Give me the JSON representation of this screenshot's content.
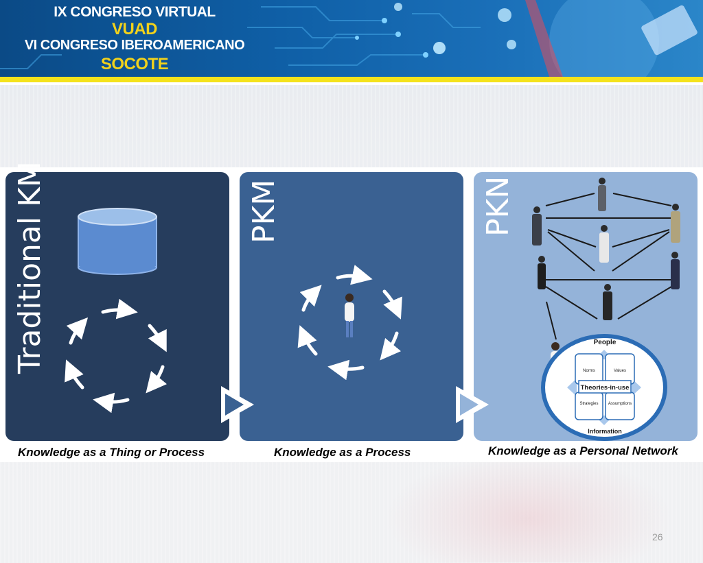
{
  "banner": {
    "line1": "IX CONGRESO VIRTUAL",
    "line2": "VUAD",
    "line3": "VI CONGRESO IBEROAMERICANO",
    "line4": "SOCOTE"
  },
  "panels": [
    {
      "title": "Traditional KM",
      "caption": "Knowledge as a Thing or Process"
    },
    {
      "title": "PKM",
      "caption": "Knowledge as a Process"
    },
    {
      "title": "PKN",
      "caption": "Knowledge as a Personal Network"
    }
  ],
  "model": {
    "top": "People",
    "bottom": "Information",
    "center": "Theories-in-use",
    "quadrants": [
      "Norms",
      "Values",
      "Strategies",
      "Assumptions"
    ]
  },
  "page_number": "26",
  "colors": {
    "panel1": "#263d5d",
    "panel2": "#3a6192",
    "panel3": "#94b3d9",
    "banner_yellow": "#f4e21c"
  }
}
